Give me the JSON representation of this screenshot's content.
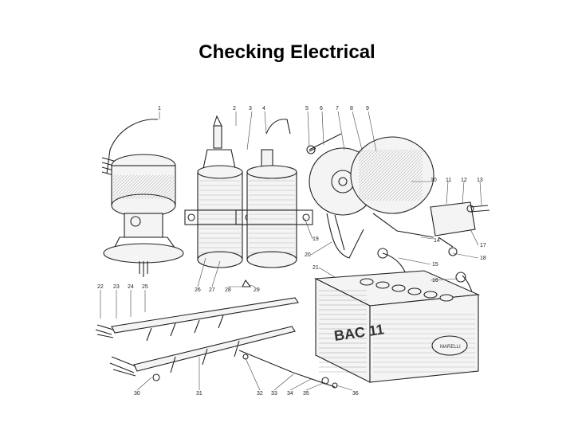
{
  "slide": {
    "title": "Checking Electrical"
  },
  "diagram": {
    "callouts": [
      "1",
      "2",
      "3",
      "4",
      "5",
      "6",
      "7",
      "8",
      "9",
      "10",
      "11",
      "12",
      "13",
      "14",
      "15",
      "16",
      "17",
      "18",
      "19",
      "20",
      "21",
      "22",
      "23",
      "24",
      "25",
      "26",
      "27",
      "28",
      "29",
      "30",
      "31",
      "32",
      "33",
      "34",
      "35",
      "36"
    ],
    "battery_text": "BAC 11",
    "battery_logo": "MARELLI"
  }
}
